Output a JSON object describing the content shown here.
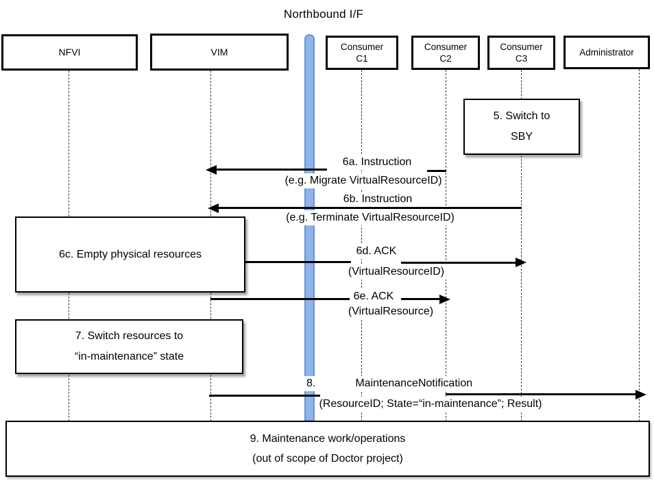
{
  "title": "Northbound I/F",
  "actors": [
    {
      "lines": [
        "NFVI"
      ]
    },
    {
      "lines": [
        "VIM"
      ]
    },
    {
      "lines": [
        "Consumer",
        "C1"
      ]
    },
    {
      "lines": [
        "Consumer",
        "C2"
      ]
    },
    {
      "lines": [
        "Consumer",
        "C3"
      ]
    },
    {
      "lines": [
        "Administrator"
      ]
    }
  ],
  "notes": {
    "step5": {
      "line1": "5. Switch to",
      "line2": "SBY"
    },
    "step6c": {
      "line1": "6c. Empty physical resources"
    },
    "step7": {
      "line1": "7. Switch resources to",
      "line2": "“in-maintenance” state"
    },
    "step9": {
      "line1": "9. Maintenance work/operations",
      "line2": "(out of scope of Doctor project)"
    }
  },
  "messages": {
    "m6a": {
      "title": "6a. Instruction",
      "detail": "(e.g. Migrate VirtualResourceID)"
    },
    "m6b": {
      "title": "6b. Instruction",
      "detail": "(e.g. Terminate VirtualResourceID)"
    },
    "m6d": {
      "title": "6d. ACK",
      "detail": "(VirtualResourceID)"
    },
    "m6e": {
      "title": "6e. ACK",
      "detail": "(VirtualResource)"
    },
    "m8": {
      "number": "8.",
      "title": "MaintenanceNotification",
      "detail": "(ResourceID; State=“in-maintenance”; Result)"
    }
  },
  "colors": {
    "bar_fill": "#8FB4E8",
    "bar_border": "#6793D2"
  }
}
